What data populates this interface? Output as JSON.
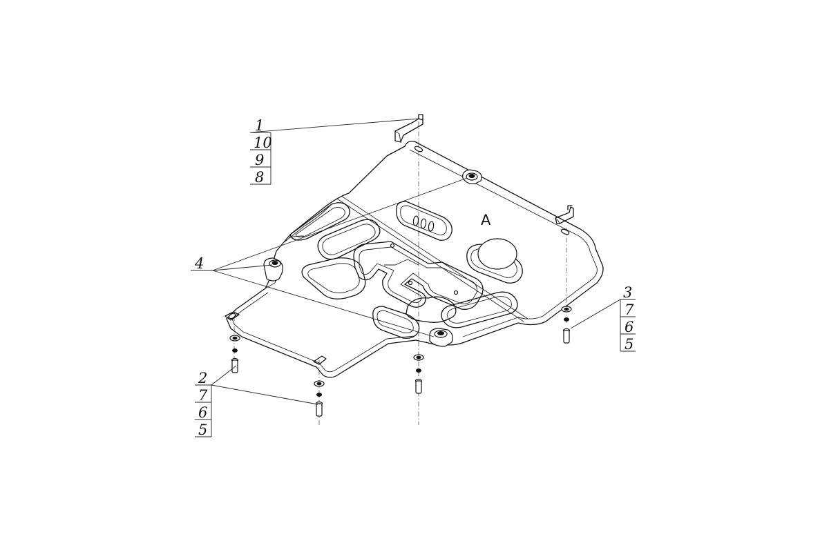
{
  "diagram": {
    "marker_a": "A",
    "callouts": [
      {
        "id": "c1",
        "labels": [
          "1",
          "10",
          "9",
          "8"
        ]
      },
      {
        "id": "c2",
        "labels": [
          "2",
          "7",
          "6",
          "5"
        ]
      },
      {
        "id": "c3",
        "labels": [
          "3",
          "7",
          "6",
          "5"
        ]
      },
      {
        "id": "c4",
        "labels": [
          "4"
        ]
      }
    ]
  }
}
